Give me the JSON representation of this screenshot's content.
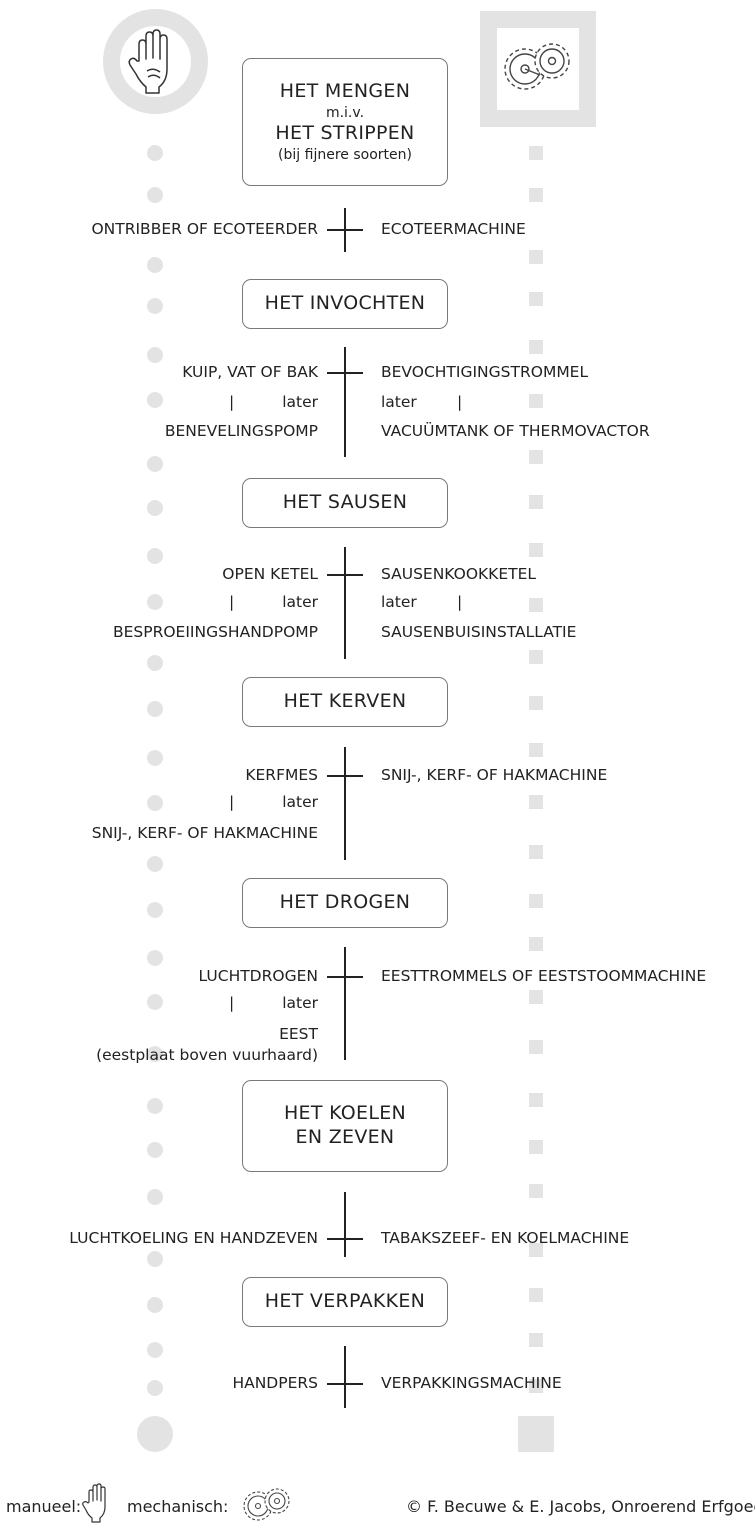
{
  "legend": {
    "manual_label": "manueel:",
    "mechanical_label": "mechanisch:",
    "manual_icon": "hand-icon",
    "mechanical_icon": "gears-icon",
    "marker_color": "#e3e3e3"
  },
  "copyright": "© F. Becuwe & E. Jacobs, Onroerend Erfgoed",
  "stages": {
    "mixing": {
      "line1": "HET MENGEN",
      "line2": "m.i.v.",
      "line3": "HET STRIPPEN",
      "line4": "(bij fijnere soorten)"
    },
    "moistening": {
      "title": "HET INVOCHTEN"
    },
    "saucing": {
      "title": "HET SAUSEN"
    },
    "cutting": {
      "title": "HET KERVEN"
    },
    "drying": {
      "title": "HET DROGEN"
    },
    "cooling": {
      "line1": "HET KOELEN",
      "line2": "EN ZEVEN"
    },
    "packing": {
      "title": "HET VERPAKKEN"
    }
  },
  "tools": {
    "t1": {
      "manual": "ONTRIBBER OF ECOTEERDER",
      "mechanical": "ECOTEERMACHINE"
    },
    "t2": {
      "manual": "KUIP, VAT OF BAK",
      "manual_later_mark": "|",
      "manual_later": "later",
      "manual_2": "BENEVELINGSPOMP",
      "mechanical": "BEVOCHTIGINGSTROMMEL",
      "mechanical_later": "later",
      "mechanical_later_mark": "|",
      "mechanical_2": "VACUÜMTANK OF THERMOVACTOR"
    },
    "t3": {
      "manual": "OPEN KETEL",
      "manual_later_mark": "|",
      "manual_later": "later",
      "manual_2": "BESPROEIINGSHANDPOMP",
      "mechanical": "SAUSENKOOKKETEL",
      "mechanical_later": "later",
      "mechanical_later_mark": "|",
      "mechanical_2": "SAUSENBUISINSTALLATIE"
    },
    "t4": {
      "manual": "KERFMES",
      "manual_later_mark": "|",
      "manual_later": "later",
      "manual_2": "SNIJ-, KERF- OF HAKMACHINE",
      "mechanical": "SNIJ-, KERF- OF HAKMACHINE"
    },
    "t5": {
      "manual": "LUCHTDROGEN",
      "manual_later_mark": "|",
      "manual_later": "later",
      "manual_2": "EEST",
      "manual_2_note": "(eestplaat boven vuurhaard)",
      "mechanical": "EESTTROMMELS OF EESTSTOOMMACHINE"
    },
    "t6": {
      "manual": "LUCHTKOELING EN HANDZEVEN",
      "mechanical": "TABAKSZEEF- EN KOELMACHINE"
    },
    "t7": {
      "manual": "HANDPERS",
      "mechanical": "VERPAKKINGSMACHINE"
    }
  }
}
